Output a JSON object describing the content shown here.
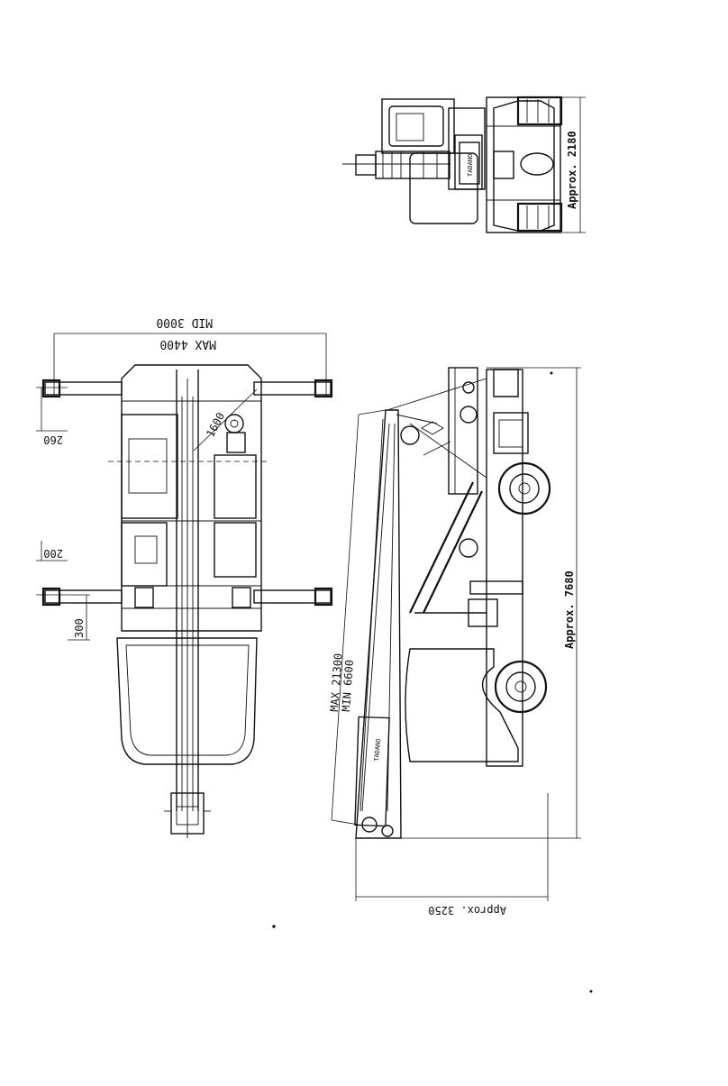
{
  "dimensions": {
    "rear_width": "Approx. 2180",
    "outrigger_max": "MAX 4400",
    "outrigger_mid": "MID 3000",
    "front_offset": "260",
    "side_offset": "200",
    "rear_offset": "300",
    "slew_radius": "1600",
    "boom_max": "MAX 21300",
    "boom_min": "MIN 6600",
    "overall_length": "Approx. 7680",
    "overall_height": "Approx. 3250"
  },
  "logos": {
    "rear_brand": "TADANO",
    "boom_brand": "TADANO"
  }
}
